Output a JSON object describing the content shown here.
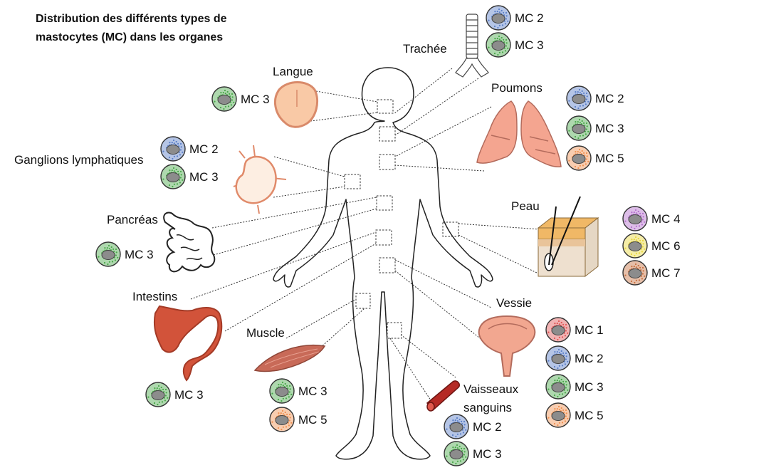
{
  "title": {
    "line1": "Distribution des différents types de",
    "line2": "mastocytes (MC) dans les organes"
  },
  "colors": {
    "MC 1": "#e05555",
    "MC 2": "#5b7fc7",
    "MC 3": "#4aa84a",
    "MC 4": "#b36fcc",
    "MC 5": "#ef8f4f",
    "MC 6": "#e8d63c",
    "MC 7": "#c8703f"
  },
  "organs": {
    "trachee": {
      "label": "Trachée",
      "cells": [
        "MC 2",
        "MC 3"
      ]
    },
    "langue": {
      "label": "Langue",
      "cells": [
        "MC 3"
      ]
    },
    "poumons": {
      "label": "Poumons",
      "cells": [
        "MC 2",
        "MC 3",
        "MC 5"
      ]
    },
    "ganglions": {
      "label": "Ganglions lymphatiques",
      "cells": [
        "MC 2",
        "MC 3"
      ]
    },
    "pancreas": {
      "label": "Pancréas",
      "cells": [
        "MC 3"
      ]
    },
    "peau": {
      "label": "Peau",
      "cells": [
        "MC 4",
        "MC 6",
        "MC 7"
      ]
    },
    "intestins": {
      "label": "Intestins",
      "cells": [
        "MC 3"
      ]
    },
    "vessie": {
      "label": "Vessie",
      "cells": [
        "MC 1",
        "MC 2",
        "MC 3",
        "MC 5"
      ]
    },
    "muscle": {
      "label": "Muscle",
      "cells": [
        "MC 3",
        "MC 5"
      ]
    },
    "vaisseaux": {
      "label1": "Vaisseaux",
      "label2": "sanguins",
      "cells": [
        "MC 2",
        "MC 3"
      ]
    }
  }
}
